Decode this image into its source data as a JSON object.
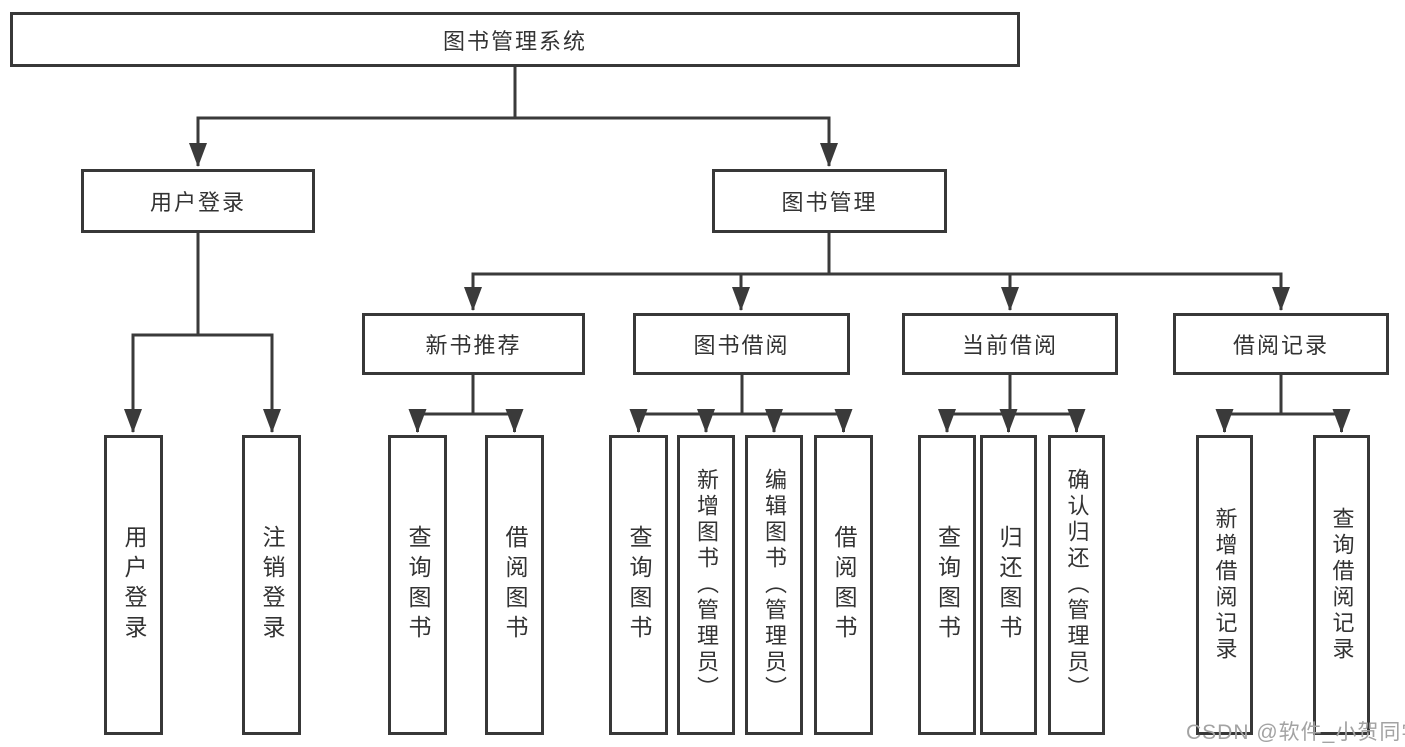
{
  "tree": {
    "label": "图书管理系统",
    "children": [
      {
        "label": "用户登录",
        "children": [
          {
            "label": "用户登录"
          },
          {
            "label": "注销登录"
          }
        ]
      },
      {
        "label": "图书管理",
        "children": [
          {
            "label": "新书推荐",
            "children": [
              {
                "label": "查询图书"
              },
              {
                "label": "借阅图书"
              }
            ]
          },
          {
            "label": "图书借阅",
            "children": [
              {
                "label": "查询图书"
              },
              {
                "label": "新增图书（管理员）"
              },
              {
                "label": "编辑图书（管理员）"
              },
              {
                "label": "借阅图书"
              }
            ]
          },
          {
            "label": "当前借阅",
            "children": [
              {
                "label": "查询图书"
              },
              {
                "label": "归还图书"
              },
              {
                "label": "确认归还（管理员）"
              }
            ]
          },
          {
            "label": "借阅记录",
            "children": [
              {
                "label": "新增借阅记录"
              },
              {
                "label": "查询借阅记录"
              }
            ]
          }
        ]
      }
    ]
  },
  "watermark": {
    "text": "CSDN @软件_小贺同学"
  },
  "colors": {
    "line": "#3a3a3a",
    "box_border": "#383838",
    "text": "#333333",
    "watermark": "#a3a3a3"
  }
}
